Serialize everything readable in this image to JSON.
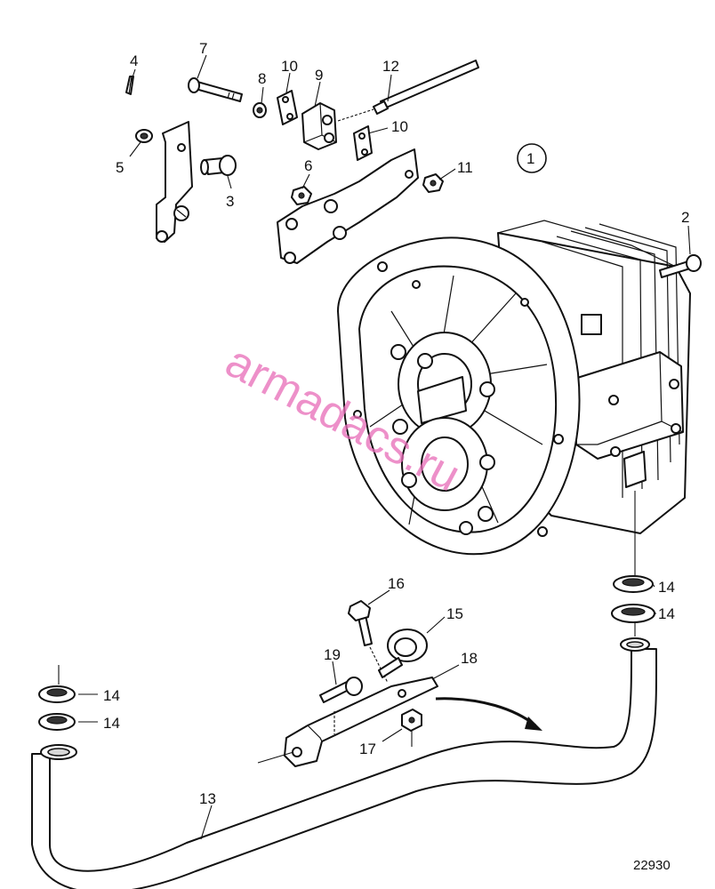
{
  "watermark": "armadacs.ru",
  "drawing_number": "22930",
  "colors": {
    "line": "#111111",
    "watermark": "#e86cb8"
  },
  "labels": [
    {
      "id": "lbl-1",
      "text": "1"
    },
    {
      "id": "lbl-2",
      "text": "2"
    },
    {
      "id": "lbl-3",
      "text": "3"
    },
    {
      "id": "lbl-4",
      "text": "4"
    },
    {
      "id": "lbl-5",
      "text": "5"
    },
    {
      "id": "lbl-6",
      "text": "6"
    },
    {
      "id": "lbl-7",
      "text": "7"
    },
    {
      "id": "lbl-8",
      "text": "8"
    },
    {
      "id": "lbl-9",
      "text": "9"
    },
    {
      "id": "lbl-10a",
      "text": "10"
    },
    {
      "id": "lbl-10b",
      "text": "10"
    },
    {
      "id": "lbl-11",
      "text": "11"
    },
    {
      "id": "lbl-12",
      "text": "12"
    },
    {
      "id": "lbl-13",
      "text": "13"
    },
    {
      "id": "lbl-14a",
      "text": "14"
    },
    {
      "id": "lbl-14b",
      "text": "14"
    },
    {
      "id": "lbl-14c",
      "text": "14"
    },
    {
      "id": "lbl-14d",
      "text": "14"
    },
    {
      "id": "lbl-15",
      "text": "15"
    },
    {
      "id": "lbl-16",
      "text": "16"
    },
    {
      "id": "lbl-17",
      "text": "17"
    },
    {
      "id": "lbl-18",
      "text": "18"
    },
    {
      "id": "lbl-19",
      "text": "19"
    }
  ]
}
